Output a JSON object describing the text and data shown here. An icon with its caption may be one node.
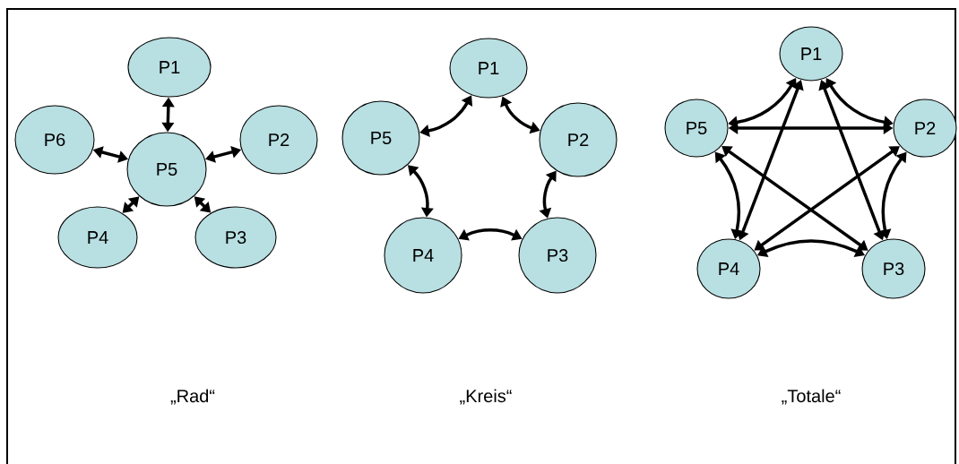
{
  "diagram": {
    "nodes": [
      {
        "text": [
          "P1"
        ]
      },
      {
        "text": [
          "P6"
        ]
      },
      {
        "text": [
          "P5"
        ]
      },
      {
        "text": [
          "P2"
        ]
      },
      {
        "text": [
          "P4"
        ]
      },
      {
        "text": [
          "P3"
        ]
      },
      {
        "text": [
          "P1"
        ]
      },
      {
        "text": [
          "P5"
        ]
      },
      {
        "text": [
          "P2"
        ]
      },
      {
        "text": [
          "P4"
        ]
      },
      {
        "text": [
          "P3"
        ]
      },
      {
        "text": [
          "P1"
        ]
      },
      {
        "text": [
          "P5"
        ]
      },
      {
        "text": [
          "P2"
        ]
      },
      {
        "text": [
          "P4"
        ]
      },
      {
        "text": [
          "P3"
        ]
      }
    ],
    "edges": [
      {
        "from": 2,
        "to": 0,
        "arrow": "both"
      },
      {
        "from": 2,
        "to": 3,
        "arrow": "both"
      },
      {
        "from": 2,
        "to": 5,
        "arrow": "both"
      },
      {
        "from": 2,
        "to": 4,
        "arrow": "both"
      },
      {
        "from": 2,
        "to": 1,
        "arrow": "both"
      },
      {
        "from": 6,
        "to": 8,
        "arrow": "both"
      },
      {
        "from": 8,
        "to": 10,
        "arrow": "both"
      },
      {
        "from": 10,
        "to": 9,
        "arrow": "both"
      },
      {
        "from": 9,
        "to": 7,
        "arrow": "both"
      },
      {
        "from": 7,
        "to": 6,
        "arrow": "both"
      },
      {
        "from": 11,
        "to": 13,
        "arrow": "both"
      },
      {
        "from": 13,
        "to": 15,
        "arrow": "both"
      },
      {
        "from": 15,
        "to": 14,
        "arrow": "both"
      },
      {
        "from": 14,
        "to": 12,
        "arrow": "both"
      },
      {
        "from": 12,
        "to": 11,
        "arrow": "both"
      },
      {
        "from": 11,
        "to": 14,
        "arrow": "both"
      },
      {
        "from": 11,
        "to": 15,
        "arrow": "both"
      },
      {
        "from": 12,
        "to": 13,
        "arrow": "both"
      },
      {
        "from": 12,
        "to": 15,
        "arrow": "both"
      },
      {
        "from": 13,
        "to": 14,
        "arrow": "both"
      }
    ],
    "labels": [
      "„Rad“",
      "„Kreis“",
      "„Totale“"
    ]
  }
}
